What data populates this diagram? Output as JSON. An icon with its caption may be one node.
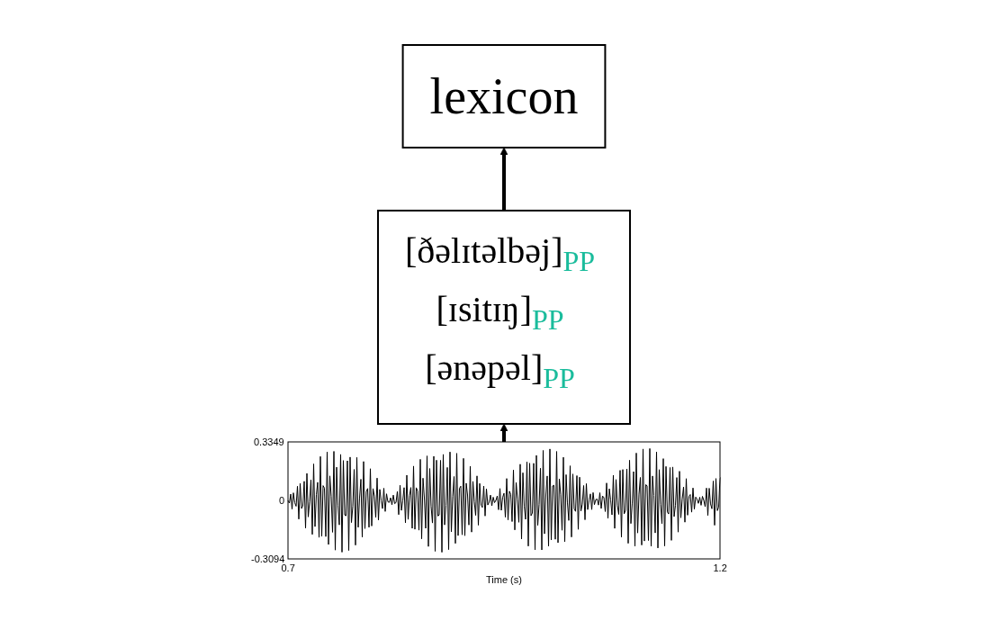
{
  "diagram": {
    "nodes": [
      {
        "text": [
          "lexicon"
        ]
      },
      {
        "text": [
          "[ðəlɪtəlbəj]$_{PP}$",
          "[ɪsitɪŋ]$_{PP}$",
          "[ənəpəl]$_{PP}$"
        ]
      },
      {
        "text": [],
        "shape": "picture"
      }
    ],
    "edges": [
      {
        "from": 2,
        "to": 1,
        "arrow": "to"
      },
      {
        "from": 1,
        "to": 0,
        "arrow": "to"
      }
    ],
    "labels": [
      "0.3349",
      "0",
      "-0.3094",
      "0.7",
      "1.2",
      "Time (s)"
    ]
  }
}
